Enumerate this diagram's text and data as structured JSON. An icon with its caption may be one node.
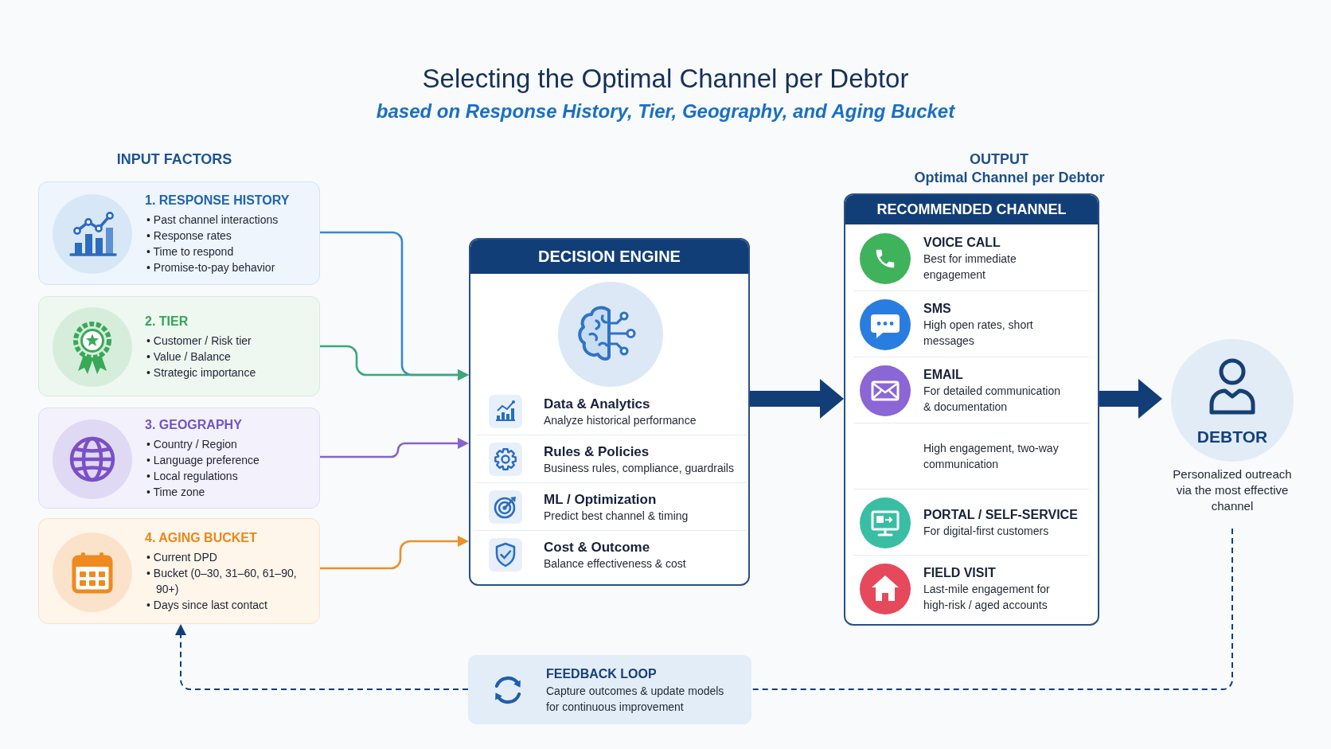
{
  "diagram": {
    "title": "Selecting the Optimal Channel per Debtor",
    "nodes": [
      {
        "text": [
          "1. RESPONSE HISTORY",
          "• Past channel interactions",
          "• Response rates",
          "• Time to respond",
          "• Promise-to-pay behavior"
        ]
      },
      {
        "text": [
          "2. TIER",
          "• Customer / Risk tier",
          "• Value / Balance",
          "• Strategic importance"
        ]
      },
      {
        "text": [
          "3. GEOGRAPHY",
          "• Country / Region",
          "• Language preference",
          "• Local regulations",
          "• Time zone"
        ]
      },
      {
        "text": [
          "4. AGING BUCKET",
          "• Current DPD",
          "• Bucket (0–30, 31–60, 61–90, 90+)",
          "• Days since last contact"
        ]
      },
      {
        "text": [
          "DECISION ENGINE"
        ]
      },
      {
        "text": [
          "Data & Analytics",
          "Analyze historical performance"
        ],
        "in": 4
      },
      {
        "text": [
          "Rules & Policies",
          "Business rules, compliance, guardrails"
        ],
        "in": 4
      },
      {
        "text": [
          "ML / Optimization",
          "Predict best channel & timing"
        ],
        "in": 4
      },
      {
        "text": [
          "Cost & Outcome",
          "Balance effectiveness & cost"
        ],
        "in": 4
      },
      {
        "text": [
          "RECOMMENDED CHANNEL"
        ]
      },
      {
        "text": [
          "VOICE CALL",
          "Best for immediate engagement"
        ],
        "in": 9
      },
      {
        "text": [
          "SMS",
          "High open rates, short messages"
        ],
        "in": 9
      },
      {
        "text": [
          "EMAIL",
          "For detailed communication & documentation"
        ],
        "in": 9
      },
      {
        "text": [
          "High engagement, two-way communication"
        ],
        "in": 9
      },
      {
        "text": [
          "PORTAL / SELF-SERVICE",
          "For digital-first customers"
        ],
        "in": 9
      },
      {
        "text": [
          "FIELD VISIT",
          "Last-mile engagement for high-risk / aged accounts"
        ],
        "in": 9
      },
      {
        "text": [
          "DEBTOR"
        ],
        "beside": [
          "Personalized outreach via the most effective channel"
        ]
      },
      {
        "text": [
          "FEEDBACK LOOP",
          "Capture outcomes & update models for continuous improvement"
        ]
      }
    ],
    "edges": [
      {
        "from": 0,
        "to": 4,
        "arrow": "to",
        "color": "#3b87d0"
      },
      {
        "from": 1,
        "to": 4,
        "arrow": "to",
        "color": "#3aa97a"
      },
      {
        "from": 2,
        "to": 4,
        "arrow": "to",
        "color": "#8763cc"
      },
      {
        "from": 3,
        "to": 4,
        "arrow": "to",
        "color": "#e9912a"
      },
      {
        "from": 4,
        "to": 9,
        "arrow": "to",
        "style": "thick"
      },
      {
        "from": 9,
        "to": 16,
        "arrow": "to",
        "style": "thick"
      },
      {
        "from": 16,
        "to": 17,
        "arrow": "none",
        "style": "dashed"
      },
      {
        "from": 17,
        "to": 3,
        "arrow": "to",
        "style": "dashed"
      }
    ],
    "labels": [
      "based on Response History, Tier, Geography, and Aging Bucket",
      "INPUT FACTORS",
      "OUTPUT",
      "Optimal Channel per Debtor"
    ]
  }
}
